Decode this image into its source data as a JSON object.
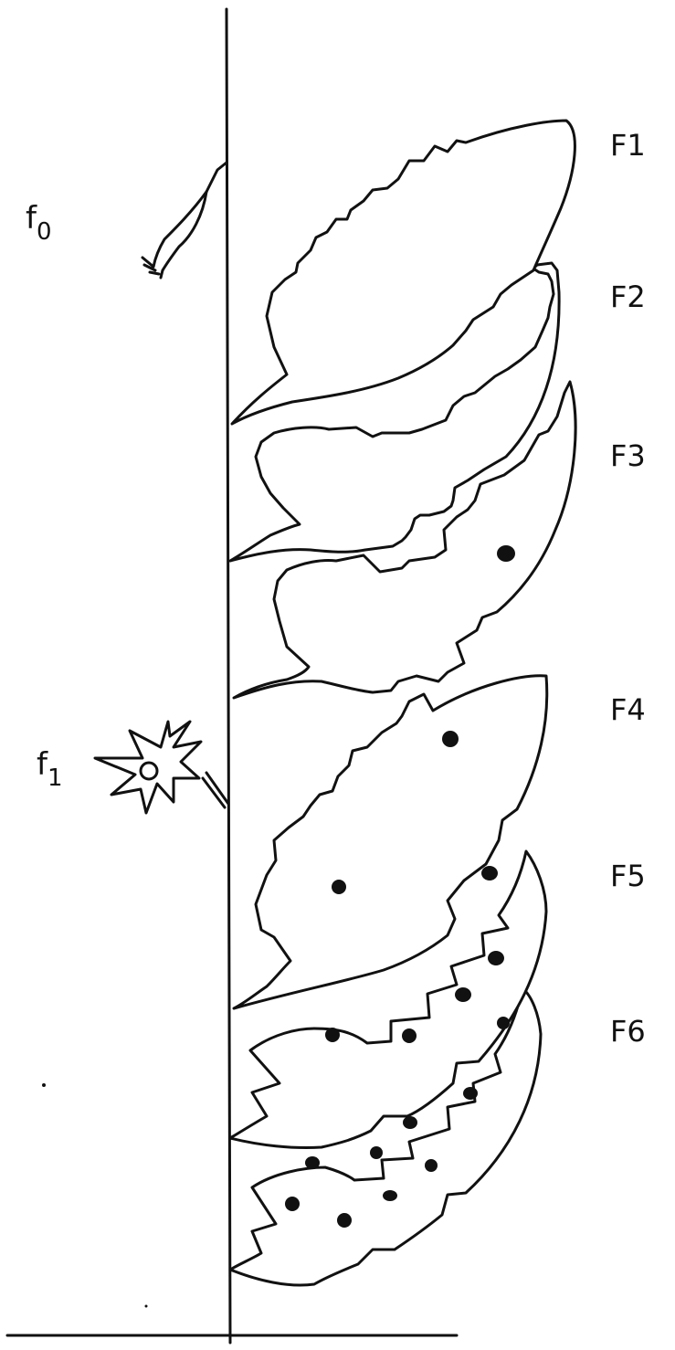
{
  "labels": {
    "f0": {
      "main": "f",
      "sub": "0"
    },
    "f1": {
      "main": "f",
      "sub": "1"
    },
    "leaves": [
      "F1",
      "F2",
      "F3",
      "F4",
      "F5",
      "F6"
    ]
  },
  "spot_counts": {
    "F1": 0,
    "F2": 0,
    "F3": 1,
    "F4": 3,
    "F5": 4,
    "F6": 9
  },
  "colors": {
    "ink": "#111111",
    "paper": "#ffffff"
  }
}
